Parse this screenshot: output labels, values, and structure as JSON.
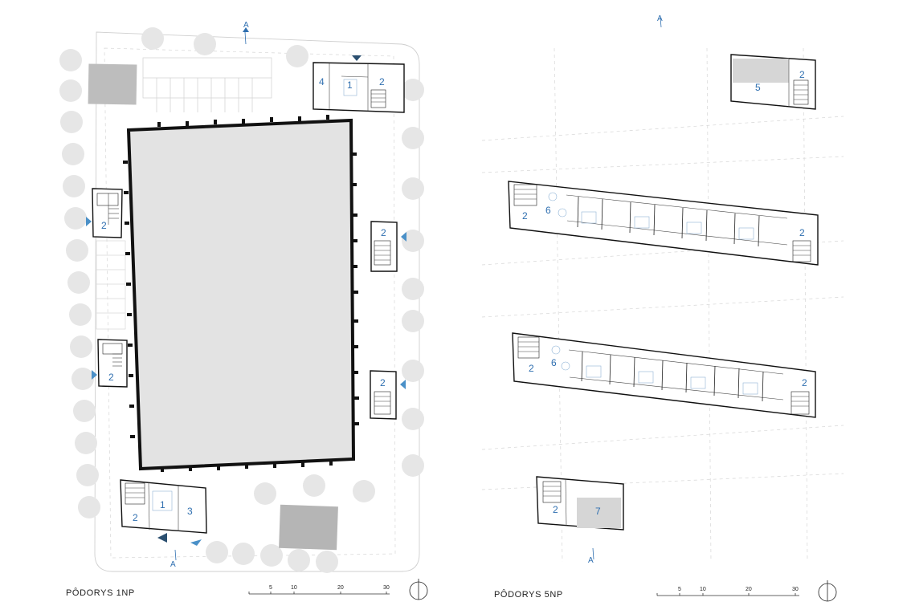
{
  "plans": [
    {
      "title": "PÔDORYS 1NP",
      "scale_ticks": [
        "5",
        "10",
        "20",
        "30"
      ],
      "section_marks": [
        "A",
        "A"
      ],
      "room_labels": [
        "4",
        "1",
        "2",
        "2",
        "2",
        "2",
        "2",
        "2",
        "1",
        "3"
      ]
    },
    {
      "title": "PÔDORYS 5NP",
      "scale_ticks": [
        "5",
        "10",
        "20",
        "30"
      ],
      "section_marks": [
        "A",
        "A"
      ],
      "room_labels": [
        "5",
        "2",
        "2",
        "6",
        "2",
        "2",
        "6",
        "2",
        "2",
        "7"
      ]
    }
  ],
  "colors": {
    "label_blue": "#2f6fb0",
    "entrance_arrow": "#4a90c8",
    "tree_grey": "#e6e6e6",
    "fill_grey": "#bdbdbd"
  },
  "icons": [
    "north-arrow-icon",
    "entrance-arrow-icon",
    "section-arrow-icon",
    "stair-icon"
  ]
}
